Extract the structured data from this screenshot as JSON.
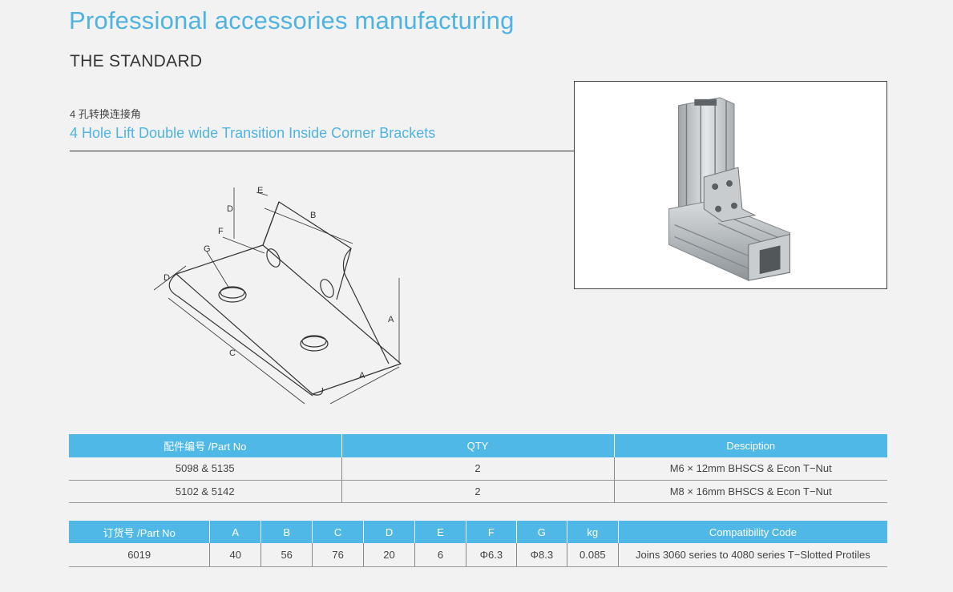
{
  "header": {
    "title": "Professional accessories manufacturing",
    "section": "THE STANDARD"
  },
  "product": {
    "name_cn": "4 孔转换连接角",
    "name_en": "4 Hole Lift Double wide Transition Inside Corner Brackets"
  },
  "drawing": {
    "labels": {
      "a1": "A",
      "a2": "A",
      "b": "B",
      "c": "C",
      "d1": "D",
      "d2": "D",
      "e": "E",
      "f": "F",
      "g": "G"
    }
  },
  "parts_table": {
    "headers": [
      "配件编号 /Part No",
      "QTY",
      "Desciption"
    ],
    "rows": [
      [
        "5098 & 5135",
        "2",
        "M6 × 12mm BHSCS & Econ T−Nut"
      ],
      [
        "5102 & 5142",
        "2",
        "M8 × 16mm BHSCS & Econ T−Nut"
      ]
    ]
  },
  "order_table": {
    "headers": [
      "订货号 /Part No",
      "A",
      "B",
      "C",
      "D",
      "E",
      "F",
      "G",
      "kg",
      "Compatibility Code"
    ],
    "rows": [
      [
        "6019",
        "40",
        "56",
        "76",
        "20",
        "6",
        "Φ6.3",
        "Φ8.3",
        "0.085",
        "Joins 3060 series to 4080 series T−Slotted Protiles"
      ]
    ]
  },
  "colors": {
    "accent": "#4fb3e0",
    "header_bg": "#4fb8e6",
    "page_bg": "#f2f2f2"
  }
}
